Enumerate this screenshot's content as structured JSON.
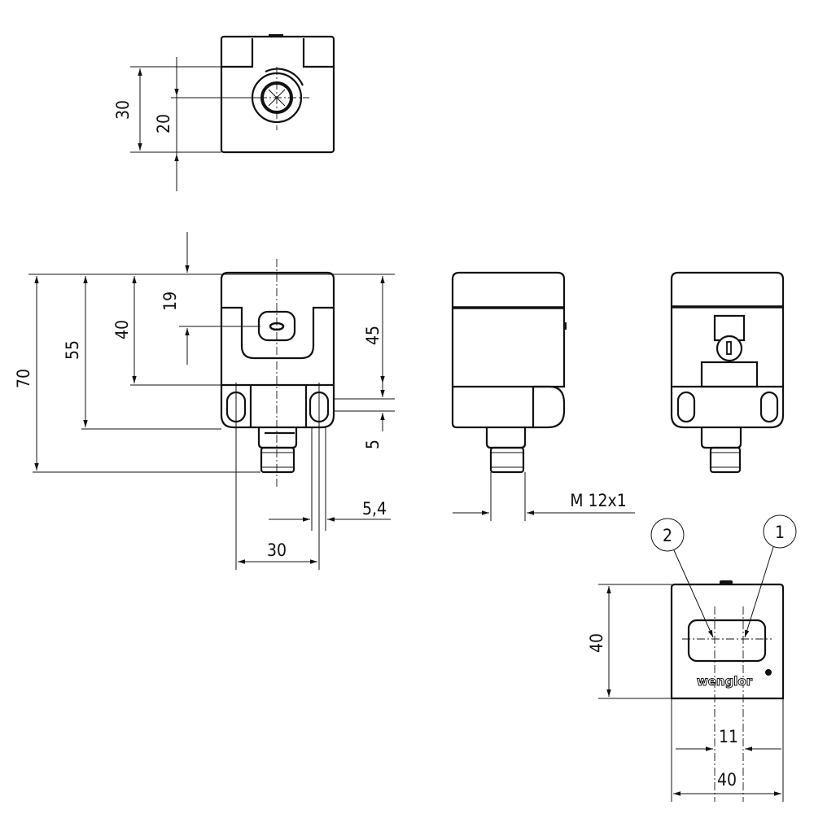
{
  "top_view": {
    "dim_height_outer": "30",
    "dim_connector_height": "20"
  },
  "front_view": {
    "dim_total": "70",
    "dim_to_flange_bottom": "55",
    "dim_body": "40",
    "dim_led": "19",
    "dim_body_right": "45",
    "dim_flange": "5",
    "dim_slot_width": "5,4",
    "dim_slot_spacing": "30"
  },
  "side_view": {
    "dim_thread": "M 12x1"
  },
  "face_view": {
    "callout_1": "1",
    "callout_2": "2",
    "brand": "wenglor",
    "dim_height": "40",
    "dim_optical_spacing": "11",
    "dim_width": "40"
  }
}
